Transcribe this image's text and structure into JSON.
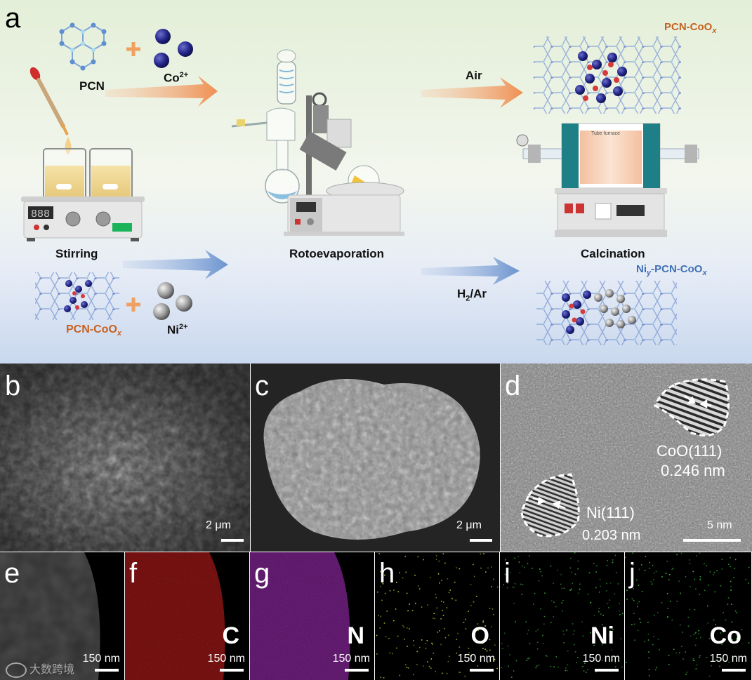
{
  "panel_a": {
    "letter": "a",
    "labels": {
      "pcn": "PCN",
      "co_prefix": "Co",
      "co_sup": "2+",
      "air": "Air",
      "pcn_coox_top_prefix": "PCN-CoO",
      "pcn_coox_top_sub": "x",
      "stirring": "Stirring",
      "rotoevaporation": "Rotoevaporation",
      "calcination": "Calcination",
      "tube_furnace": "Tube furnace",
      "h2ar_prefix": "H",
      "h2ar_sub": "2",
      "h2ar_suffix": "/Ar",
      "niy_prefix": "Ni",
      "niy_sub": "y",
      "niy_suffix": "-PCN-CoO",
      "niy_sub2": "x",
      "pcn_coox_bottom_prefix": "PCN-CoO",
      "pcn_coox_bottom_sub": "x",
      "ni_prefix": "Ni",
      "ni_sup": "2+",
      "stirrer_display": "888"
    }
  },
  "panel_b": {
    "letter": "b",
    "scale": "2 μm"
  },
  "panel_c": {
    "letter": "c",
    "scale": "2 μm"
  },
  "panel_d": {
    "letter": "d",
    "coo_label": "CoO(111)",
    "coo_spacing": "0.246 nm",
    "ni_label": "Ni(111)",
    "ni_spacing": "0.203 nm",
    "scale": "5 nm"
  },
  "panels_eds": [
    {
      "letter": "e",
      "element": "",
      "scale": "150 nm",
      "color": "#bdbdbd"
    },
    {
      "letter": "f",
      "element": "C",
      "scale": "150 nm",
      "color": "#d42020"
    },
    {
      "letter": "g",
      "element": "N",
      "scale": "150 nm",
      "color": "#b032c8"
    },
    {
      "letter": "h",
      "element": "O",
      "scale": "150 nm",
      "color": "#c8c832"
    },
    {
      "letter": "i",
      "element": "Ni",
      "scale": "150 nm",
      "color": "#3ca83c"
    },
    {
      "letter": "j",
      "element": "Co",
      "scale": "150 nm",
      "color": "#3cb43c"
    }
  ],
  "watermark": "大数跨境"
}
